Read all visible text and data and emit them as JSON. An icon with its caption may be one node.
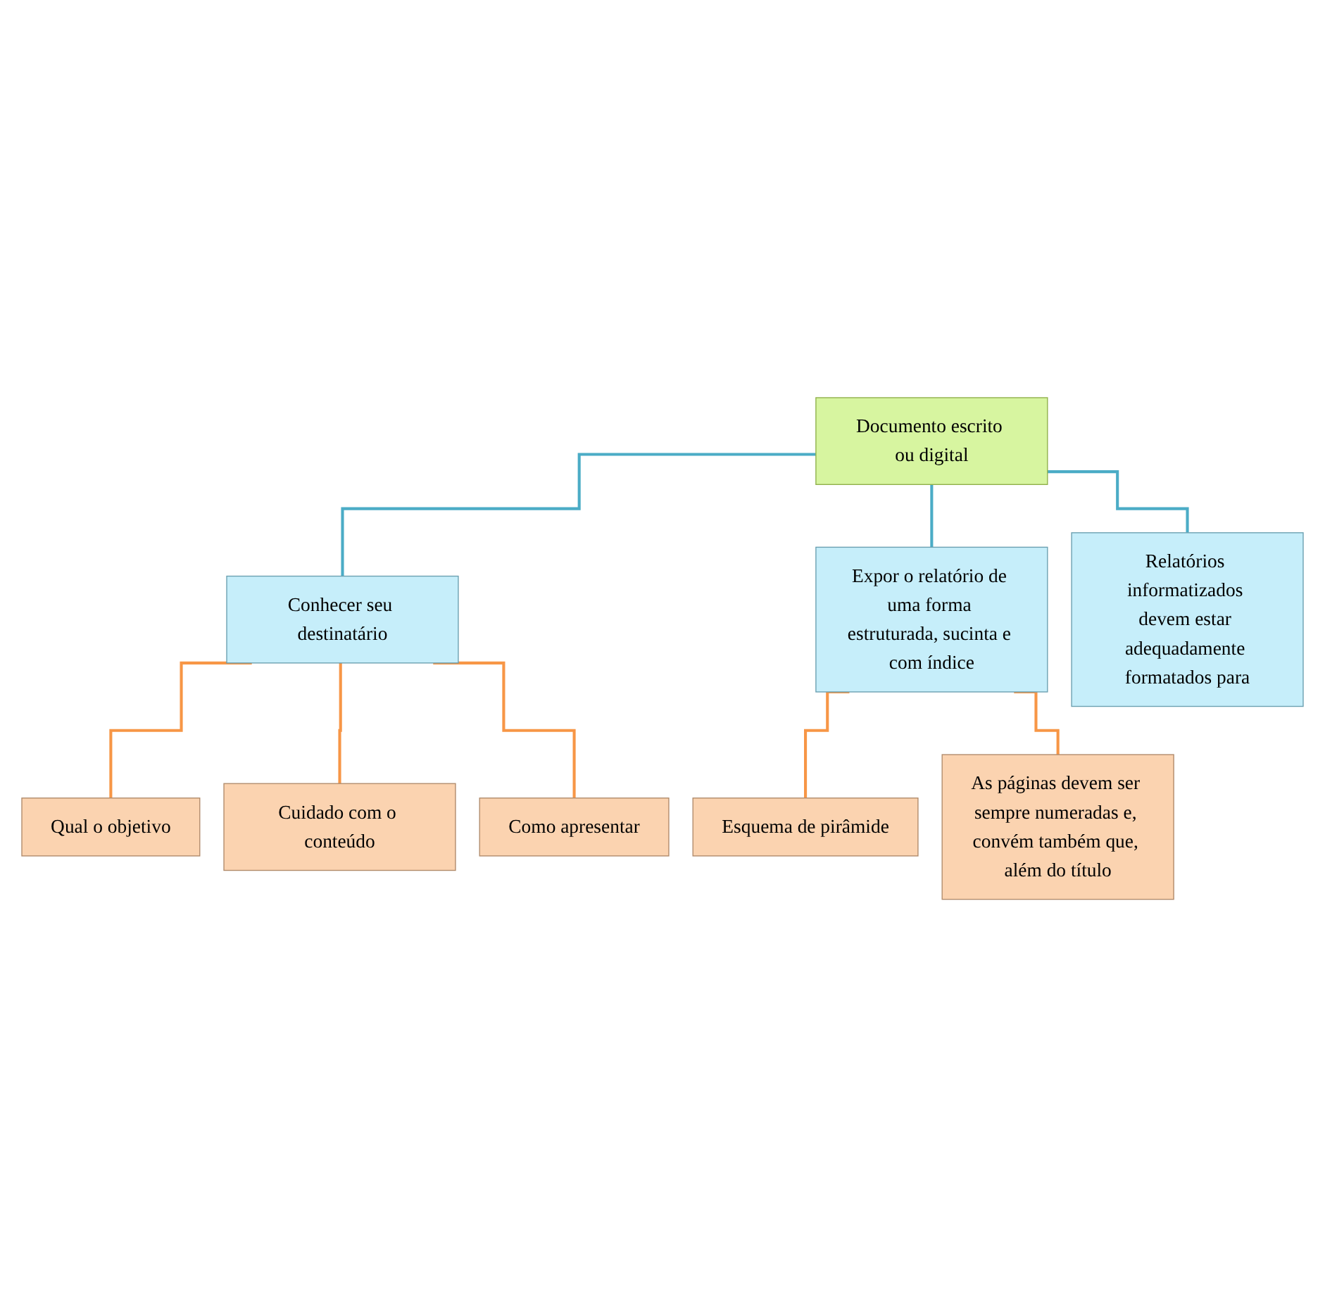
{
  "diagram": {
    "nodes": [
      {
        "text": [
          "Documento escrito ou digital"
        ]
      },
      {
        "text": [
          "Conhecer seu destinatário"
        ]
      },
      {
        "text": [
          "Expor o relatório de uma forma estruturada, sucinta e com índice"
        ]
      },
      {
        "text": [
          "Relatórios informatizados devem estar adequadamente formatados para"
        ]
      },
      {
        "text": [
          "Qual o objetivo"
        ]
      },
      {
        "text": [
          "Cuidado com o conteúdo"
        ]
      },
      {
        "text": [
          "Como apresentar"
        ]
      },
      {
        "text": [
          "Esquema de pirâmide"
        ]
      },
      {
        "text": [
          "As páginas devem ser sempre numeradas e, convém também que, além do título"
        ]
      }
    ],
    "edges": [
      {
        "from": 0,
        "to": 1,
        "arrow": "none",
        "color": "#4bacc6"
      },
      {
        "from": 0,
        "to": 2,
        "arrow": "none",
        "color": "#4bacc6"
      },
      {
        "from": 0,
        "to": 3,
        "arrow": "none",
        "color": "#4bacc6"
      },
      {
        "from": 1,
        "to": 4,
        "arrow": "none"
      },
      {
        "from": 1,
        "to": 5,
        "arrow": "none"
      },
      {
        "from": 1,
        "to": 6,
        "arrow": "none"
      },
      {
        "from": 2,
        "to": 7,
        "arrow": "none"
      },
      {
        "from": 2,
        "to": 8,
        "arrow": "none"
      }
    ]
  }
}
